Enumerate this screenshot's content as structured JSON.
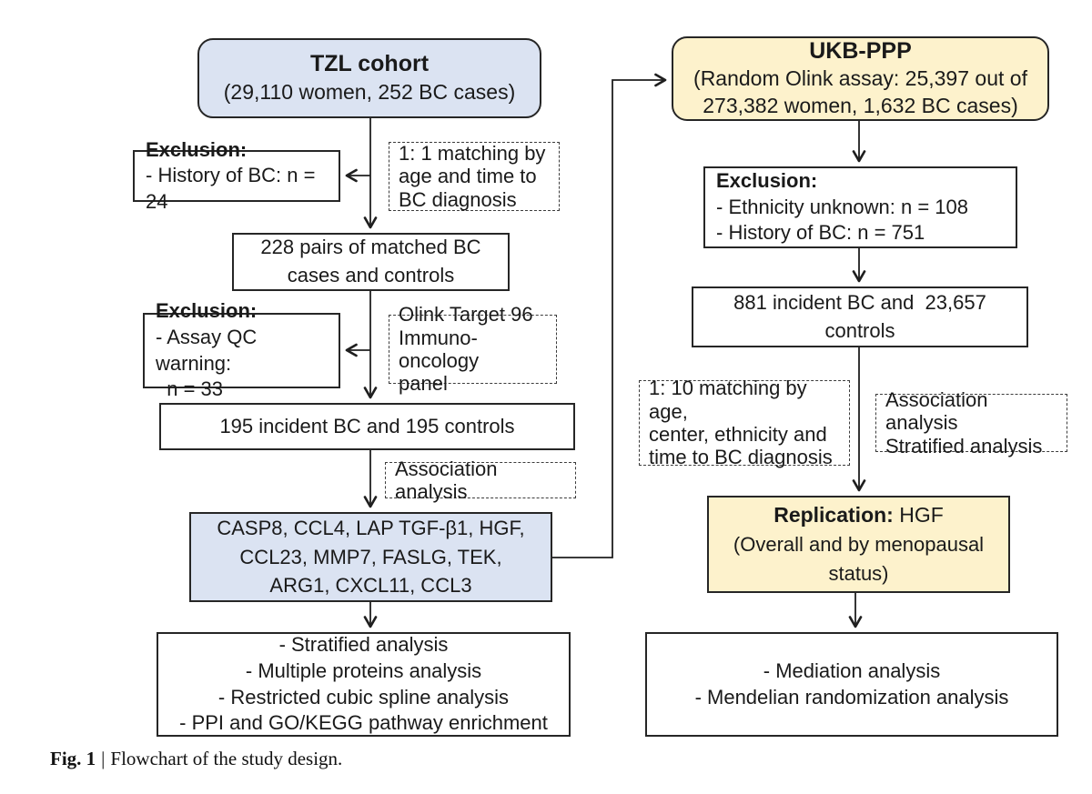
{
  "caption": {
    "label": "Fig. 1",
    "separator": "|",
    "text": "Flowchart of the study design."
  },
  "colors": {
    "blue_fill": "#dbe3f2",
    "yellow_fill": "#fdf2cc",
    "line": "#1f1f1f"
  },
  "left_column": {
    "cohort": {
      "title": "TZL cohort",
      "subtitle": "(29,110 women, 252 BC cases)"
    },
    "exclusion1": {
      "title": "Exclusion:",
      "lines": [
        "- History of BC: n = 24"
      ]
    },
    "matching_note": {
      "lines": [
        "1: 1 matching by",
        "age and time to",
        "BC diagnosis"
      ]
    },
    "matched_pairs": {
      "lines": [
        "228 pairs of matched BC",
        "cases and controls"
      ]
    },
    "exclusion2": {
      "title": "Exclusion:",
      "lines": [
        "- Assay QC warning:",
        "  n = 33"
      ]
    },
    "panel_note": {
      "lines": [
        "Olink Target 96",
        "Immuno-oncology",
        "panel"
      ]
    },
    "incident_box": {
      "lines": [
        "195 incident BC and 195 controls"
      ]
    },
    "association_note": {
      "lines": [
        "Association analysis"
      ]
    },
    "protein_box": {
      "lines": [
        "CASP8, CCL4, LAP TGF-β1, HGF,",
        "CCL23, MMP7, FASLG, TEK,",
        "ARG1, CXCL11, CCL3"
      ]
    },
    "analyses_box": {
      "lines": [
        "- Stratified analysis",
        "- Multiple proteins analysis",
        "- Restricted cubic spline analysis",
        "- PPI and GO/KEGG pathway enrichment"
      ]
    }
  },
  "right_column": {
    "cohort": {
      "title": "UKB-PPP",
      "lines": [
        "(Random Olink assay: 25,397 out of",
        "273,382 women, 1,632 BC cases)"
      ]
    },
    "exclusion": {
      "title": "Exclusion:",
      "lines": [
        "- Ethnicity unknown: n = 108",
        "- History of BC: n = 751"
      ]
    },
    "incident_box": {
      "lines": [
        "881 incident BC and  23,657",
        "controls"
      ]
    },
    "matching_note": {
      "lines": [
        "1: 10 matching by age,",
        "center, ethnicity and",
        "time to BC diagnosis"
      ]
    },
    "analysis_note": {
      "lines": [
        "Association analysis",
        "Stratified analysis"
      ]
    },
    "replication_box": {
      "title": "Replication:",
      "title_rest": "HGF",
      "lines": [
        "(Overall and by menopausal",
        "status)"
      ]
    },
    "analyses_box": {
      "lines": [
        "- Mediation analysis",
        "- Mendelian randomization analysis"
      ]
    }
  }
}
